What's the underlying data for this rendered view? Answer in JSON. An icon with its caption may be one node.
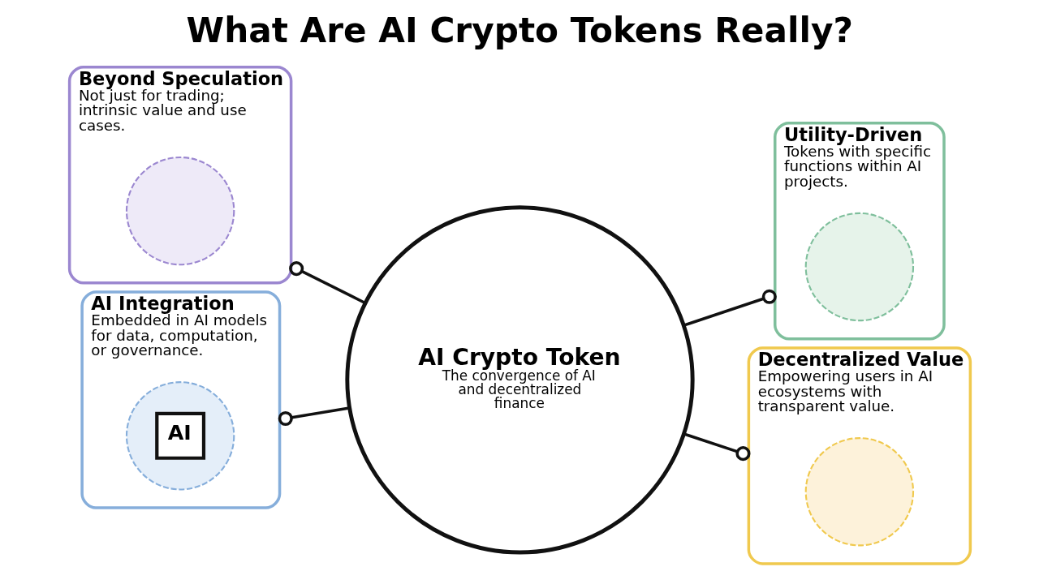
{
  "diagram": {
    "title": "What Are AI Crypto Tokens Really?",
    "nodes": [
      {
        "text": [
          "Beyond Speculation",
          "Not just for trading; intrinsic value and use cases."
        ]
      },
      {
        "text": [],
        "shape": "circle",
        "in": 0
      },
      {
        "text": [
          "Utility-Driven",
          "Tokens with specific functions within AI projects."
        ]
      },
      {
        "text": [],
        "shape": "circle",
        "in": 2
      },
      {
        "text": [
          "AI Crypto Token",
          "The convergence of AI and decentralized finance"
        ]
      },
      {
        "text": [
          "AI Integration",
          "Embedded in AI models for data, computation, or governance."
        ]
      },
      {
        "text": [
          "AI"
        ],
        "in": 5
      },
      {
        "text": [
          "Decentralized Value",
          "Empowering users in AI ecosystems with transparent value."
        ]
      },
      {
        "text": [],
        "shape": "circle",
        "in": 7
      }
    ],
    "edges": [
      {
        "from": 0,
        "to": 4,
        "arrow": "other"
      },
      {
        "from": 4,
        "to": 2,
        "arrow": "other"
      },
      {
        "from": 5,
        "to": 4,
        "arrow": "other"
      },
      {
        "from": 4,
        "to": 7,
        "arrow": "other"
      }
    ]
  }
}
